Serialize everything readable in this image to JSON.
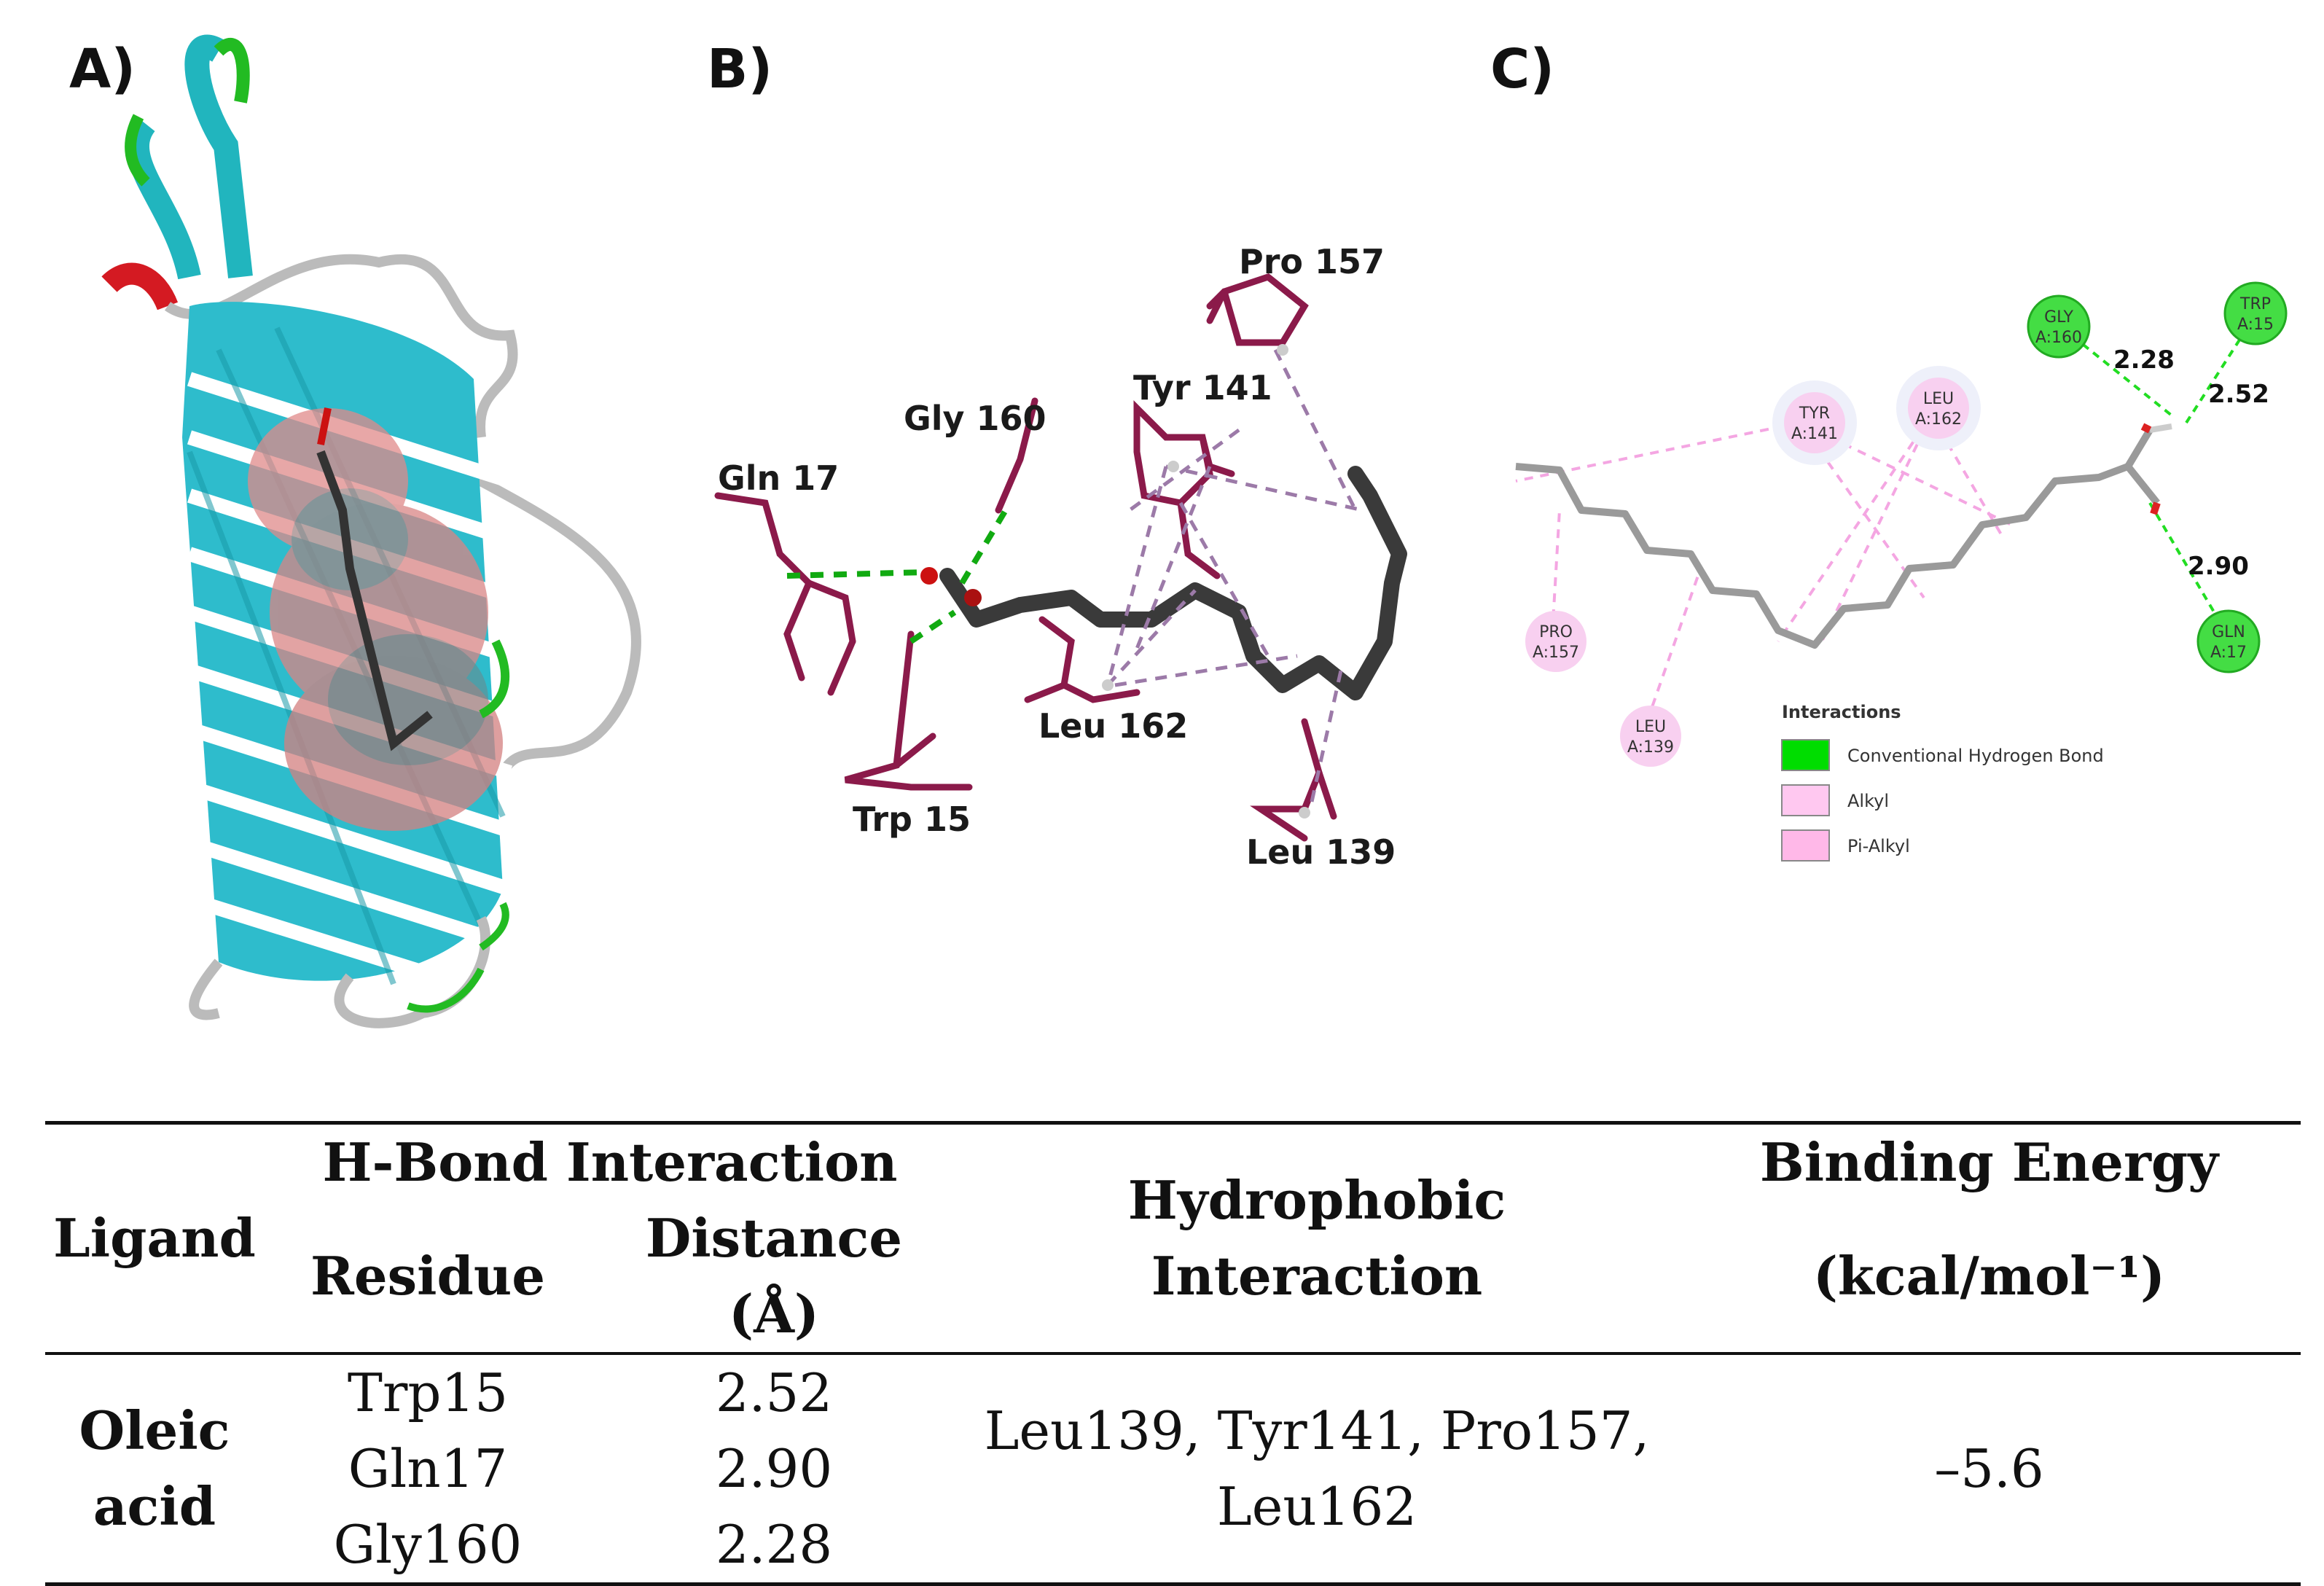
{
  "panels": {
    "a": {
      "letter": "A)"
    },
    "b": {
      "letter": "B)",
      "residues": [
        "Pro 157",
        "Tyr 141",
        "Gly 160",
        "Gln 17",
        "Leu 162",
        "Trp 15",
        "Leu 139"
      ]
    },
    "c": {
      "letter": "C)",
      "nodes": [
        {
          "id": "gly160",
          "l1": "GLY",
          "l2": "A:160",
          "kind": "hbond"
        },
        {
          "id": "trp15",
          "l1": "TRP",
          "l2": "A:15",
          "kind": "hbond"
        },
        {
          "id": "tyr141",
          "l1": "TYR",
          "l2": "A:141",
          "kind": "alkyl"
        },
        {
          "id": "leu162",
          "l1": "LEU",
          "l2": "A:162",
          "kind": "alkyl"
        },
        {
          "id": "pro157",
          "l1": "PRO",
          "l2": "A:157",
          "kind": "alkyl"
        },
        {
          "id": "leu139",
          "l1": "LEU",
          "l2": "A:139",
          "kind": "alkyl"
        },
        {
          "id": "gln17",
          "l1": "GLN",
          "l2": "A:17",
          "kind": "hbond"
        }
      ],
      "distances": [
        "2.28",
        "2.52",
        "2.90"
      ],
      "legend": {
        "title": "Interactions",
        "items": [
          {
            "label": "Conventional Hydrogen Bond",
            "color": "#00dd00"
          },
          {
            "label": "Alkyl",
            "color": "#ffc8f0"
          },
          {
            "label": "Pi-Alkyl",
            "color": "#ffb8e8"
          }
        ]
      }
    }
  },
  "table": {
    "headers": {
      "ligand": "Ligand",
      "hbond": "H-Bond Interaction",
      "residue": "Residue",
      "distance": "Distance (Å)",
      "hydrophobic": "Hydrophobic Interaction",
      "energy_l1": "Binding Energy",
      "energy_l2": "(kcal/mol⁻¹)"
    },
    "ligand": "Oleic acid",
    "rows": [
      {
        "residue": "Trp15",
        "distance": "2.52"
      },
      {
        "residue": "Gln17",
        "distance": "2.90"
      },
      {
        "residue": "Gly160",
        "distance": "2.28"
      }
    ],
    "hydrophobic_l1": "Leu139, Tyr141, Pro157,",
    "hydrophobic_l2": "Leu162",
    "energy": "–5.6"
  }
}
